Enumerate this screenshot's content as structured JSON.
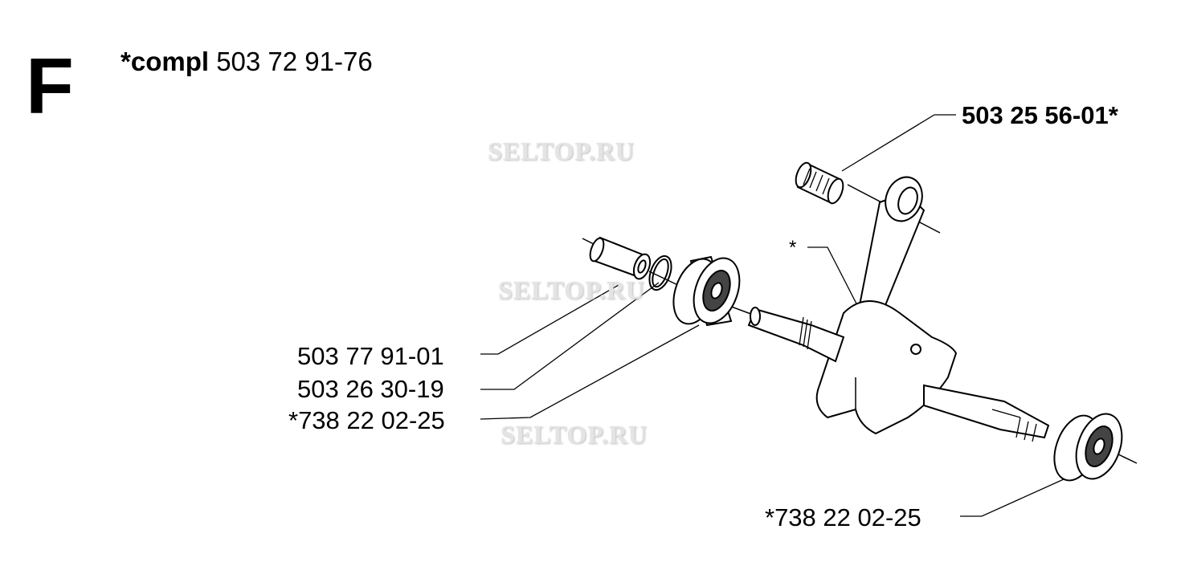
{
  "section_letter": "F",
  "assembly": {
    "prefix": "*compl",
    "number": "503 72 91-76"
  },
  "parts": [
    {
      "id": "needle-bearing",
      "label": "503 25 56-01*"
    },
    {
      "id": "crankshaft",
      "label": "*"
    },
    {
      "id": "sleeve",
      "label": "503 77 91-01"
    },
    {
      "id": "o-ring",
      "label": "503 26 30-19"
    },
    {
      "id": "ball-bearing-left",
      "label": "*738 22 02-25"
    },
    {
      "id": "ball-bearing-right",
      "label": "*738 22 02-25"
    }
  ],
  "watermark": "SELTOP.RU"
}
